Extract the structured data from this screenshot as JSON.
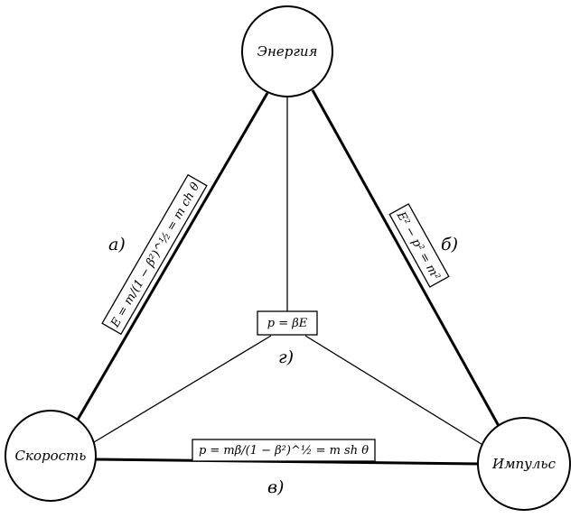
{
  "nodes": {
    "energy": "Энергия",
    "velocity": "Скорость",
    "momentum": "Импульс"
  },
  "edges": {
    "a": {
      "tag": "а)",
      "formula": "E = m/(1 − β²)^½ = m ch θ"
    },
    "b": {
      "tag": "б)",
      "formula": "E² − p² = m²"
    },
    "v": {
      "tag": "в)",
      "formula": "p = mβ/(1 − β²)^½ = m sh θ"
    },
    "g": {
      "tag": "г)",
      "formula": "p = βE"
    }
  }
}
